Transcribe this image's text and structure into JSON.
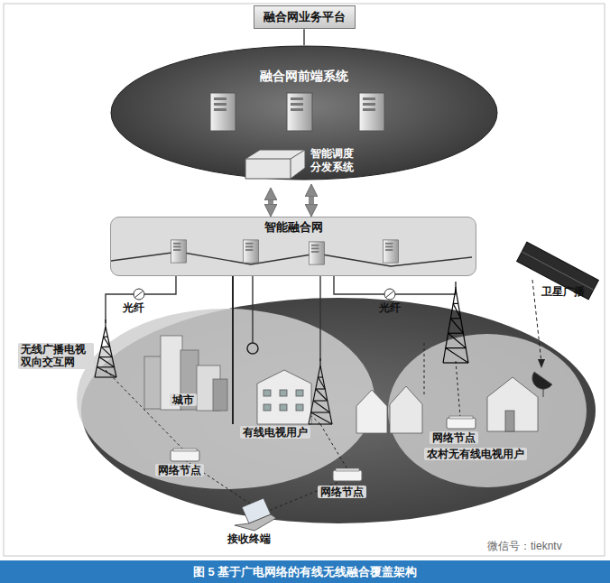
{
  "diagram": {
    "caption": "图 5 基于广电网络的有线无线融合覆盖架构",
    "nodes": [
      {
        "text": [
          "融合网业务平台"
        ]
      },
      {
        "text": [
          "融合网前端系统"
        ]
      },
      {
        "text": [
          "智能调度分发系统"
        ],
        "in": 1
      },
      {
        "text": [
          "智能融合网"
        ]
      }
    ],
    "edges": [
      {
        "from": 0,
        "to": 1,
        "arrow": "none"
      },
      {
        "from": 1,
        "to": 3,
        "arrow": "both"
      },
      {
        "from": 2,
        "to": 3,
        "arrow": "both"
      }
    ],
    "labels": [
      "光纤",
      "光纤",
      "卫星广播",
      "无线广播电视双向交互网",
      "城市",
      "有线电视用户",
      "网络节点",
      "网络节点",
      "网络节点",
      "农村无有线电视用户",
      "接收终端",
      "微信号：tiekntv"
    ]
  }
}
